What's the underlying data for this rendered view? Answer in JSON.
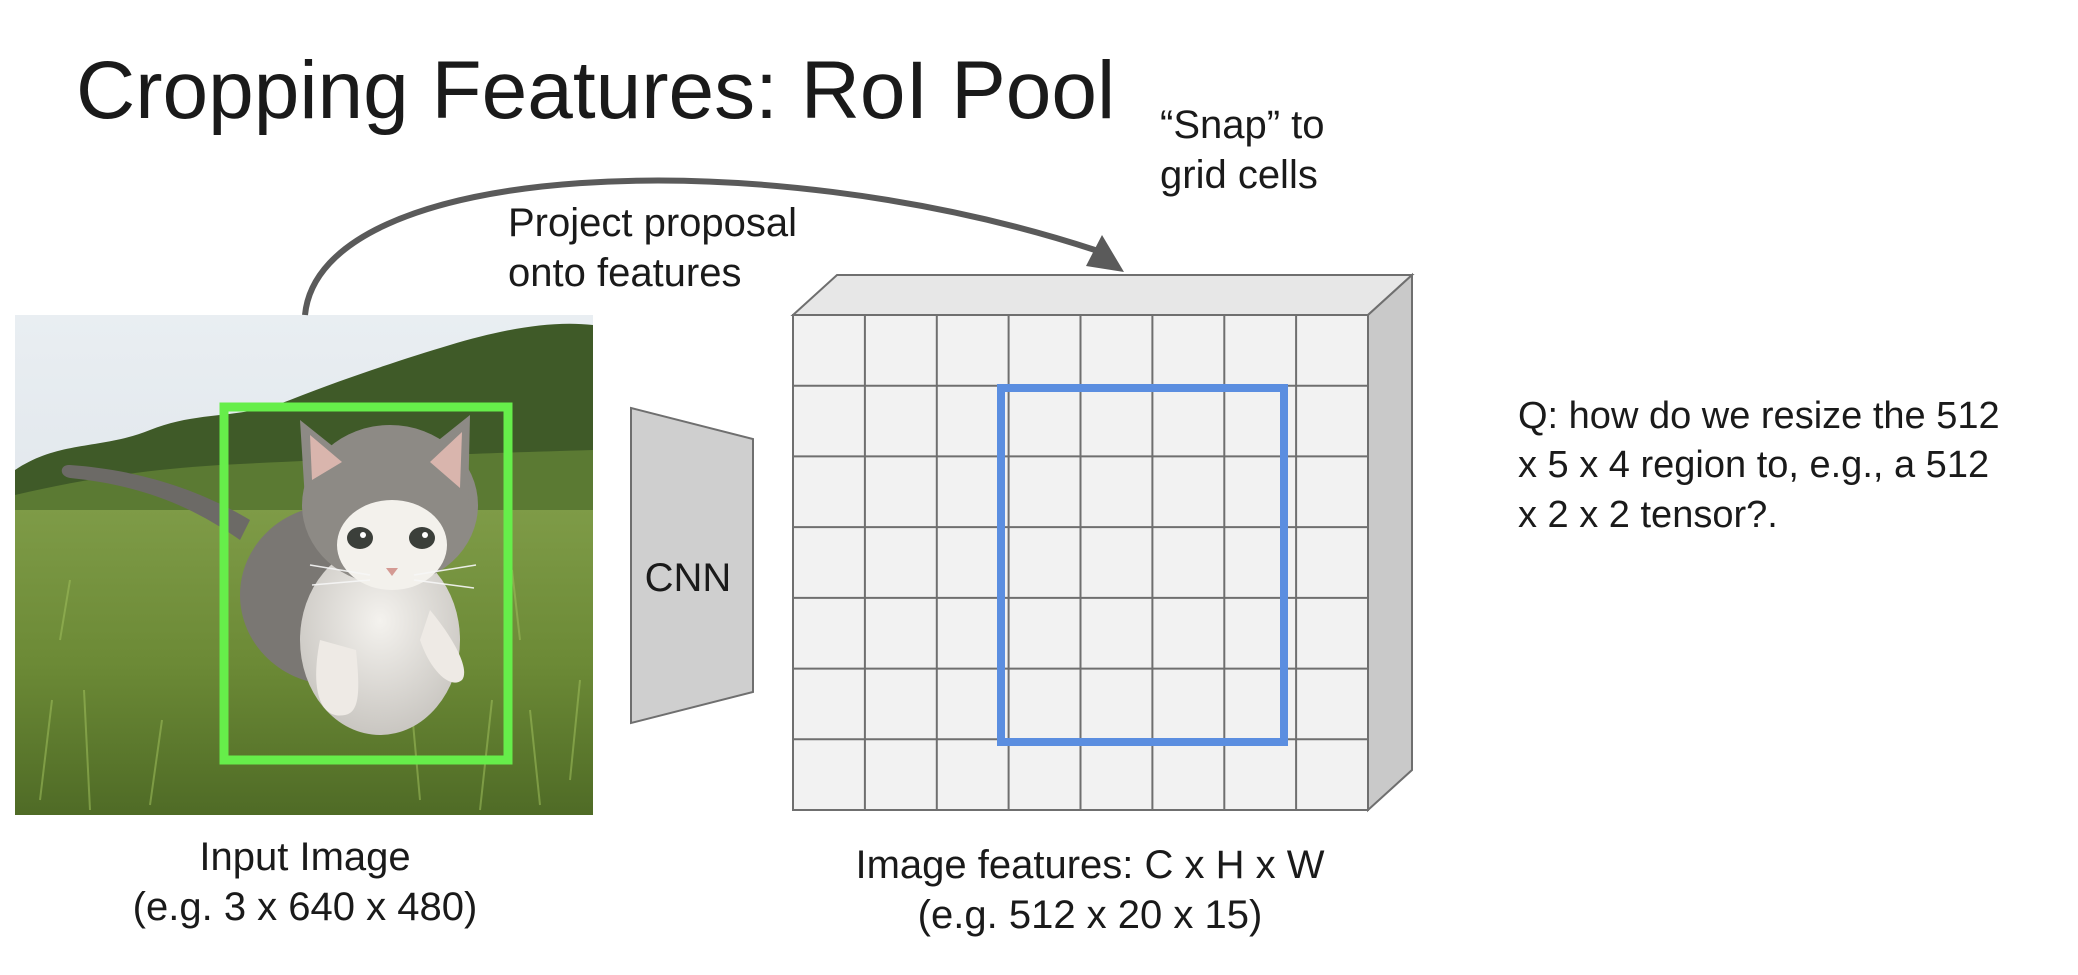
{
  "title": "Cropping Features: RoI Pool",
  "labels": {
    "snap_line1": "“Snap” to",
    "snap_line2": "grid cells",
    "project_line1": "Project proposal",
    "project_line2": "onto features",
    "cnn": "CNN"
  },
  "input_caption": {
    "line1": "Input Image",
    "line2": "(e.g. 3 x 640 x 480)"
  },
  "features_caption": {
    "line1": "Image features: C x H x W",
    "line2": "(e.g. 512 x 20 x 15)"
  },
  "question": {
    "line1": "Q: how do we resize the 512",
    "line2": "x 5 x 4 region to, e.g., a 512",
    "line3": "x 2 x 2 tensor?."
  },
  "colors": {
    "proposal_box": "#66ee4a",
    "projected_region": "#5b8ee0",
    "grid_face": "#f2f2f2",
    "side_face": "#c9c9c9",
    "cnn_block": "#cfcfcf",
    "arrow": "#5a5a5a"
  },
  "icons": {
    "input_image": "kitten-photo",
    "projection_arrow": "curved-arrow-icon"
  }
}
